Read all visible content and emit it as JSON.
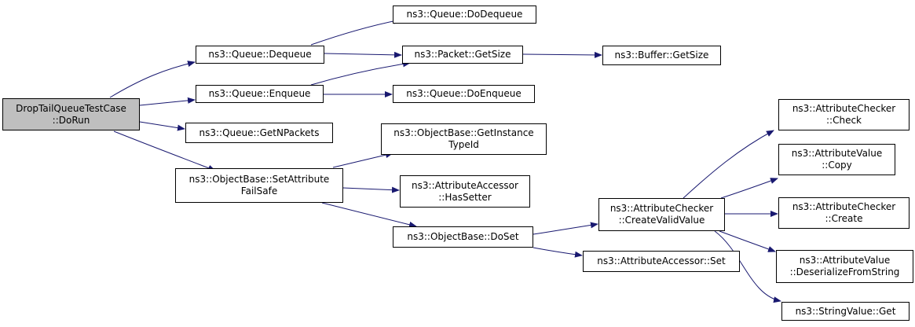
{
  "colors": {
    "edge": "#191970",
    "root_fill": "#bfbfbf",
    "node_fill": "#ffffff",
    "border": "#000000"
  },
  "nodes": {
    "root": {
      "lines": [
        "DropTailQueueTestCase",
        "::DoRun"
      ],
      "kind": "root"
    },
    "dequeue": {
      "lines": [
        "ns3::Queue::Dequeue"
      ]
    },
    "enqueue": {
      "lines": [
        "ns3::Queue::Enqueue"
      ]
    },
    "getnpackets": {
      "lines": [
        "ns3::Queue::GetNPackets"
      ]
    },
    "setattrfs": {
      "lines": [
        "ns3::ObjectBase::SetAttribute",
        "FailSafe"
      ]
    },
    "dodequeue": {
      "lines": [
        "ns3::Queue::DoDequeue"
      ]
    },
    "pktgetsize": {
      "lines": [
        "ns3::Packet::GetSize"
      ]
    },
    "doenqueue": {
      "lines": [
        "ns3::Queue::DoEnqueue"
      ]
    },
    "getinsttid": {
      "lines": [
        "ns3::ObjectBase::GetInstance",
        "TypeId"
      ]
    },
    "hassetter": {
      "lines": [
        "ns3::AttributeAccessor",
        "::HasSetter"
      ]
    },
    "doset": {
      "lines": [
        "ns3::ObjectBase::DoSet"
      ]
    },
    "bufgetsize": {
      "lines": [
        "ns3::Buffer::GetSize"
      ]
    },
    "createvalid": {
      "lines": [
        "ns3::AttributeChecker",
        "::CreateValidValue"
      ]
    },
    "accset": {
      "lines": [
        "ns3::AttributeAccessor::Set"
      ]
    },
    "check": {
      "lines": [
        "ns3::AttributeChecker",
        "::Check"
      ]
    },
    "copy": {
      "lines": [
        "ns3::AttributeValue",
        "::Copy"
      ]
    },
    "create": {
      "lines": [
        "ns3::AttributeChecker",
        "::Create"
      ]
    },
    "deser": {
      "lines": [
        "ns3::AttributeValue",
        "::DeserializeFromString"
      ]
    },
    "strget": {
      "lines": [
        "ns3::StringValue::Get"
      ]
    }
  },
  "edges": [
    [
      "root",
      "dequeue"
    ],
    [
      "root",
      "enqueue"
    ],
    [
      "root",
      "getnpackets"
    ],
    [
      "root",
      "setattrfs"
    ],
    [
      "dequeue",
      "dodequeue"
    ],
    [
      "dequeue",
      "pktgetsize"
    ],
    [
      "enqueue",
      "pktgetsize"
    ],
    [
      "enqueue",
      "doenqueue"
    ],
    [
      "pktgetsize",
      "bufgetsize"
    ],
    [
      "setattrfs",
      "getinsttid"
    ],
    [
      "setattrfs",
      "hassetter"
    ],
    [
      "setattrfs",
      "doset"
    ],
    [
      "doset",
      "createvalid"
    ],
    [
      "doset",
      "accset"
    ],
    [
      "createvalid",
      "check"
    ],
    [
      "createvalid",
      "copy"
    ],
    [
      "createvalid",
      "create"
    ],
    [
      "createvalid",
      "deser"
    ],
    [
      "createvalid",
      "strget"
    ]
  ]
}
